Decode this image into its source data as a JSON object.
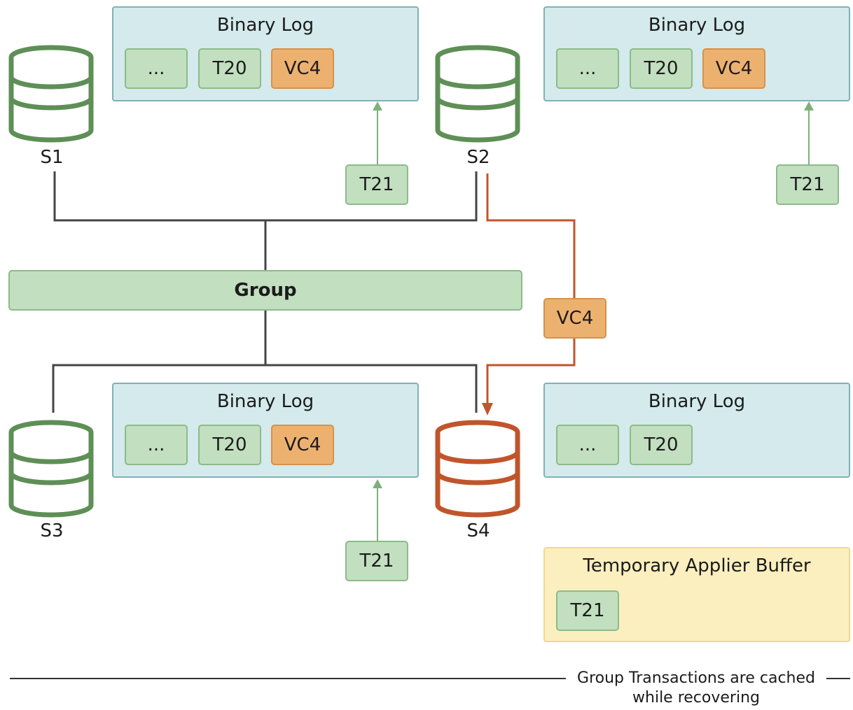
{
  "servers": {
    "s1": "S1",
    "s2": "S2",
    "s3": "S3",
    "s4": "S4"
  },
  "group_label": "Group",
  "binary_log_title": "Binary Log",
  "entries": {
    "ellipsis": "...",
    "t20": "T20",
    "vc4": "VC4",
    "t21": "T21"
  },
  "transit_chip": "VC4",
  "buffer_title": "Temporary Applier Buffer",
  "buffer_entry": "T21",
  "legend": {
    "line1": "Group Transactions are cached",
    "line2": "while recovering"
  },
  "colors": {
    "green_stroke": "#5e8f56",
    "orange_stroke": "#c0552b",
    "log_fill": "#d4eaec",
    "buffer_fill": "#fbefbf",
    "vc_fill": "#edb16f",
    "chip_fill": "#c2dfc0"
  }
}
